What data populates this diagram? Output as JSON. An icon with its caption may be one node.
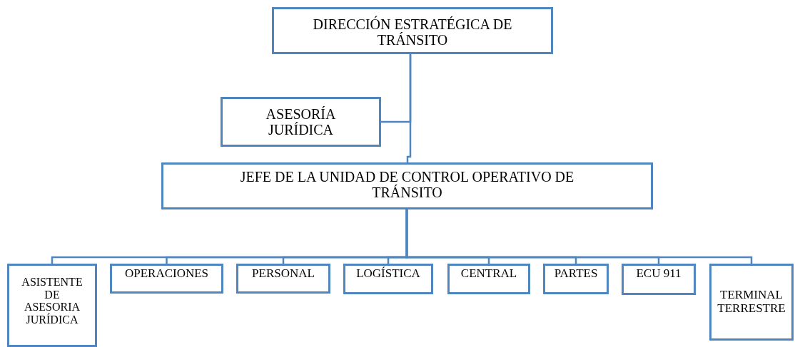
{
  "diagram": {
    "nodes": [
      {
        "text": [
          "DIRECCIÓN ESTRATÉGICA DE TRÁNSITO"
        ]
      },
      {
        "text": [
          "ASESORÍA JURÍDICA"
        ]
      },
      {
        "text": [
          "JEFE DE LA UNIDAD DE CONTROL OPERATIVO DE TRÁNSITO"
        ]
      },
      {
        "text": [
          "ASISTENTE DE ASESORIA JURÍDICA"
        ]
      },
      {
        "text": [
          "OPERACIONES"
        ]
      },
      {
        "text": [
          "PERSONAL"
        ]
      },
      {
        "text": [
          "LOGÍSTICA"
        ]
      },
      {
        "text": [
          "CENTRAL"
        ]
      },
      {
        "text": [
          "PARTES"
        ]
      },
      {
        "text": [
          "ECU 911"
        ]
      },
      {
        "text": [
          "TERMINAL TERRESTRE"
        ]
      }
    ],
    "edges": [
      {
        "from": 0,
        "to": 2,
        "arrow": "none"
      },
      {
        "from": 0,
        "to": 1,
        "arrow": "none"
      },
      {
        "from": 2,
        "to": 3,
        "arrow": "none"
      },
      {
        "from": 2,
        "to": 4,
        "arrow": "none"
      },
      {
        "from": 2,
        "to": 5,
        "arrow": "none"
      },
      {
        "from": 2,
        "to": 6,
        "arrow": "none"
      },
      {
        "from": 2,
        "to": 7,
        "arrow": "none"
      },
      {
        "from": 2,
        "to": 8,
        "arrow": "none"
      },
      {
        "from": 2,
        "to": 9,
        "arrow": "none"
      },
      {
        "from": 2,
        "to": 10,
        "arrow": "none"
      }
    ]
  }
}
